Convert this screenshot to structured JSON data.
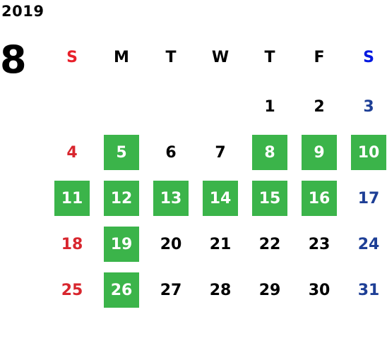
{
  "calendar": {
    "year": "2019",
    "month": "8",
    "weekdays": [
      "S",
      "M",
      "T",
      "W",
      "T",
      "F",
      "S"
    ],
    "first_weekday_index": 4,
    "days": [
      {
        "label": "1",
        "highlighted": false
      },
      {
        "label": "2",
        "highlighted": false
      },
      {
        "label": "3",
        "highlighted": false
      },
      {
        "label": "4",
        "highlighted": false
      },
      {
        "label": "5",
        "highlighted": true
      },
      {
        "label": "6",
        "highlighted": false
      },
      {
        "label": "7",
        "highlighted": false
      },
      {
        "label": "8",
        "highlighted": true
      },
      {
        "label": "9",
        "highlighted": true
      },
      {
        "label": "10",
        "highlighted": true
      },
      {
        "label": "11",
        "highlighted": true
      },
      {
        "label": "12",
        "highlighted": true
      },
      {
        "label": "13",
        "highlighted": true
      },
      {
        "label": "14",
        "highlighted": true
      },
      {
        "label": "15",
        "highlighted": true
      },
      {
        "label": "16",
        "highlighted": true
      },
      {
        "label": "17",
        "highlighted": false
      },
      {
        "label": "18",
        "highlighted": false
      },
      {
        "label": "19",
        "highlighted": true
      },
      {
        "label": "20",
        "highlighted": false
      },
      {
        "label": "21",
        "highlighted": false
      },
      {
        "label": "22",
        "highlighted": false
      },
      {
        "label": "23",
        "highlighted": false
      },
      {
        "label": "24",
        "highlighted": false
      },
      {
        "label": "25",
        "highlighted": false
      },
      {
        "label": "26",
        "highlighted": true
      },
      {
        "label": "27",
        "highlighted": false
      },
      {
        "label": "28",
        "highlighted": false
      },
      {
        "label": "29",
        "highlighted": false
      },
      {
        "label": "30",
        "highlighted": false
      },
      {
        "label": "31",
        "highlighted": false
      }
    ]
  },
  "colors": {
    "sunday_header": "#e8202a",
    "saturday_header": "#0018e0",
    "sunday_day": "#d8262e",
    "saturday_day": "#1e3f96",
    "weekday_text": "#000000",
    "highlight_bg": "#3bb44a",
    "highlight_text": "#ffffff"
  }
}
